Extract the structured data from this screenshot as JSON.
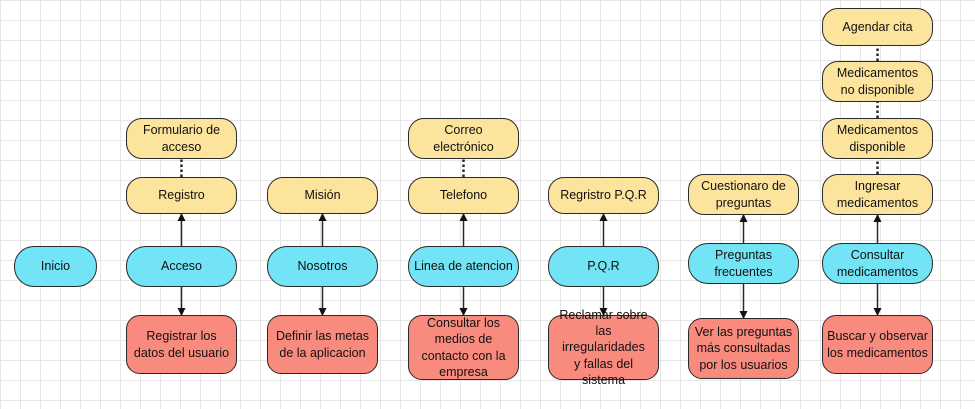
{
  "colors": {
    "yellow": "#fde49c",
    "cyan": "#72e4f5",
    "red": "#f98b7e",
    "stroke": "#2a2a2a"
  },
  "nodes": [
    {
      "id": "inicio",
      "label": "Inicio",
      "color": "cyan"
    },
    {
      "id": "formulario",
      "label": "Formulario de\nacceso",
      "color": "yellow"
    },
    {
      "id": "registro",
      "label": "Registro",
      "color": "yellow"
    },
    {
      "id": "acceso",
      "label": "Acceso",
      "color": "cyan"
    },
    {
      "id": "registrar-datos",
      "label": "Registrar los\ndatos del usuario",
      "color": "red"
    },
    {
      "id": "mision",
      "label": "Misión",
      "color": "yellow"
    },
    {
      "id": "nosotros",
      "label": "Nosotros",
      "color": "cyan"
    },
    {
      "id": "definir-metas",
      "label": "Definir las metas\nde la aplicacion",
      "color": "red"
    },
    {
      "id": "correo",
      "label": "Correo electrónico",
      "color": "yellow"
    },
    {
      "id": "telefono",
      "label": "Telefono",
      "color": "yellow"
    },
    {
      "id": "linea",
      "label": "Linea de atencion",
      "color": "cyan"
    },
    {
      "id": "consultar-medios",
      "label": "Consultar los\nmedios de\ncontacto con la\nempresa",
      "color": "red"
    },
    {
      "id": "registro-pqr",
      "label": "Regristro P.Q.R",
      "color": "yellow"
    },
    {
      "id": "pqr",
      "label": "P.Q.R",
      "color": "cyan"
    },
    {
      "id": "reclamar",
      "label": "Reclamar sobre\nlas irregularidades\ny fallas del\nsistema",
      "color": "red"
    },
    {
      "id": "cuestionario",
      "label": "Cuestionaro de\npreguntas",
      "color": "yellow"
    },
    {
      "id": "preguntas",
      "label": "Preguntas\nfrecuentes",
      "color": "cyan"
    },
    {
      "id": "ver-preguntas",
      "label": "Ver las preguntas\nmás consultadas\npor los usuarios",
      "color": "red"
    },
    {
      "id": "agendar",
      "label": "Agendar cita",
      "color": "yellow"
    },
    {
      "id": "med-no-disp",
      "label": "Medicamentos\nno disponible",
      "color": "yellow"
    },
    {
      "id": "med-disp",
      "label": "Medicamentos\ndisponible",
      "color": "yellow"
    },
    {
      "id": "ingresar",
      "label": "Ingresar\nmedicamentos",
      "color": "yellow"
    },
    {
      "id": "consultar-med",
      "label": "Consultar\nmedicamentos",
      "color": "cyan"
    },
    {
      "id": "buscar",
      "label": "Buscar y observar\nlos medicamentos",
      "color": "red"
    }
  ],
  "edges": [
    {
      "from": "acceso",
      "to": "registro",
      "style": "arrow"
    },
    {
      "from": "acceso",
      "to": "registrar-datos",
      "style": "arrow"
    },
    {
      "from": "registro",
      "to": "formulario",
      "style": "dotted"
    },
    {
      "from": "nosotros",
      "to": "mision",
      "style": "arrow"
    },
    {
      "from": "nosotros",
      "to": "definir-metas",
      "style": "arrow"
    },
    {
      "from": "linea",
      "to": "telefono",
      "style": "arrow"
    },
    {
      "from": "linea",
      "to": "consultar-medios",
      "style": "arrow"
    },
    {
      "from": "telefono",
      "to": "correo",
      "style": "dotted"
    },
    {
      "from": "pqr",
      "to": "registro-pqr",
      "style": "arrow"
    },
    {
      "from": "pqr",
      "to": "reclamar",
      "style": "arrow"
    },
    {
      "from": "preguntas",
      "to": "cuestionario",
      "style": "arrow"
    },
    {
      "from": "preguntas",
      "to": "ver-preguntas",
      "style": "arrow"
    },
    {
      "from": "consultar-med",
      "to": "ingresar",
      "style": "arrow"
    },
    {
      "from": "consultar-med",
      "to": "buscar",
      "style": "arrow"
    },
    {
      "from": "ingresar",
      "to": "med-disp",
      "style": "dotted"
    },
    {
      "from": "med-disp",
      "to": "med-no-disp",
      "style": "dotted"
    },
    {
      "from": "med-no-disp",
      "to": "agendar",
      "style": "dotted"
    }
  ]
}
